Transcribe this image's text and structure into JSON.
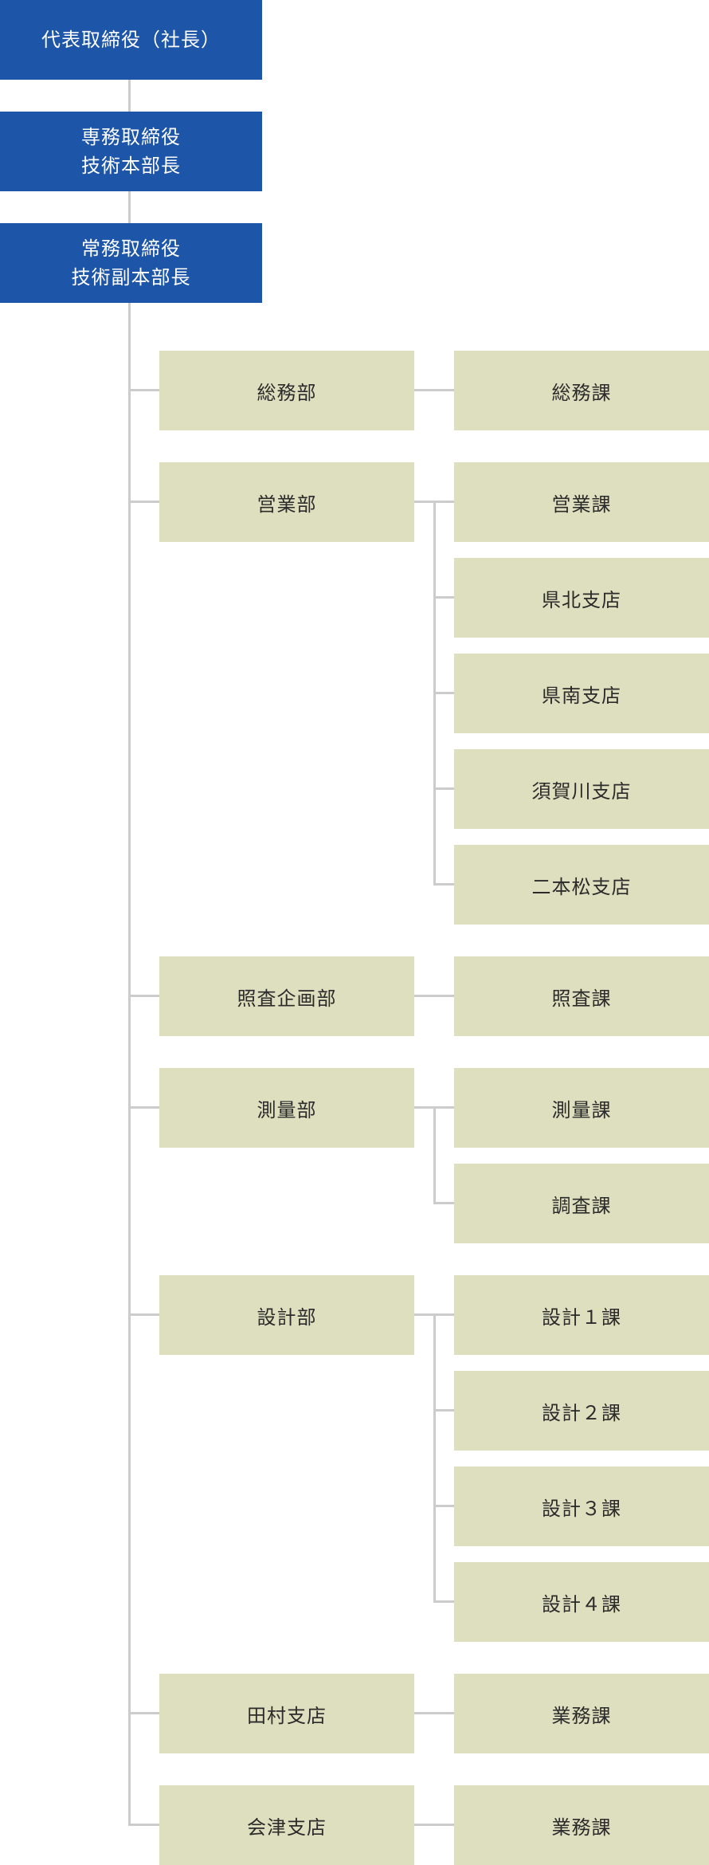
{
  "executives": [
    {
      "lines": [
        "代表取締役（社長）"
      ]
    },
    {
      "lines": [
        "専務取締役",
        "技術本部長"
      ]
    },
    {
      "lines": [
        "常務取締役",
        "技術副本部長"
      ]
    }
  ],
  "departments": [
    {
      "name": "総務部",
      "sections": [
        "総務課"
      ]
    },
    {
      "name": "営業部",
      "sections": [
        "営業課",
        "県北支店",
        "県南支店",
        "須賀川支店",
        "二本松支店"
      ]
    },
    {
      "name": "照査企画部",
      "sections": [
        "照査課"
      ]
    },
    {
      "name": "測量部",
      "sections": [
        "測量課",
        "調査課"
      ]
    },
    {
      "name": "設計部",
      "sections": [
        "設計１課",
        "設計２課",
        "設計３課",
        "設計４課"
      ]
    },
    {
      "name": "田村支店",
      "sections": [
        "業務課"
      ]
    },
    {
      "name": "会津支店",
      "sections": [
        "業務課"
      ]
    }
  ],
  "colors": {
    "executive_bg": "#1d55a8",
    "unit_bg": "#dedfbe",
    "connector": "#cccccc"
  }
}
